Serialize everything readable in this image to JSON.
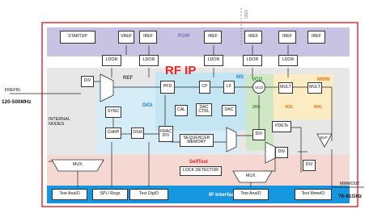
{
  "title": "RF IP",
  "colors": {
    "outer_border": "#d9252a",
    "pow_band": "#c9c3e3",
    "ref_band": "#dcdcdc",
    "digi_band": "#d6ecf6",
    "ms_band": "#c4e5f2",
    "vco_band": "#cfe7c4",
    "mmw_band": "#fbecc4",
    "selftest_band": "#f6d8d2",
    "ip_interface_band": "#1796e0",
    "title_color": "#e8262a",
    "freq_label_color": "#e07b18"
  },
  "regions": {
    "pow": "POW",
    "ref": "REF",
    "digi": "DIGI",
    "ms": "MS",
    "vco": "VCO",
    "mmw": "MMW",
    "selftest": "SelfTest",
    "ip_interface": "IP interface"
  },
  "blocks": {
    "startup": "STARTUP",
    "vref": "VREF",
    "iref_1": "IREF",
    "iref_2": "IREF",
    "iref_3": "IREF",
    "iref_4": "IREF",
    "iref_5": "IREF",
    "ldor_1": "LDOR",
    "ldor_2": "LDOR",
    "ldor_3": "LDOR",
    "ldor_4": "LDOR",
    "ldor_5": "LDOR",
    "div_ref": "DIV",
    "sync": "SYNC",
    "pfd": "PFD",
    "cp": "CP",
    "lf": "LF",
    "vco": "VCO",
    "mult_1": "MULT",
    "mult_2": "MULT",
    "cal": "CAL",
    "dac_ctrl": "DAC\nCTRL",
    "dac": "DAC",
    "chrp": "CHRP",
    "dsm": "DSM",
    "frac_div": "FRAC\nDIV",
    "sequencer_memory": "SEQUENCER\nMEMORY",
    "div_vco": "DIV",
    "pdets": "PDETs",
    "div_st1": "DIV",
    "div_st2": "DIV",
    "lock_detector": "LOCK DETECTOR",
    "mux_left": "MUX",
    "mux_bottom": "MUX",
    "buf": "BUF",
    "test_anaio_1": "Test AnaIO",
    "spi_regs": "SPI / Regs",
    "test_digio": "Test DigIO",
    "test_anaio_2": "Test AnaIO",
    "test_mmwio": "Test MmwIO"
  },
  "annotations": {
    "freq_20g": "20G",
    "freq_40g": "40G",
    "freq_80g": "80G",
    "internal_nodes": "INTERNAL\nNODES",
    "vdd_label": "VDD"
  },
  "io": {
    "frefin_label": "FREFIN",
    "frefin_range": "120-500MHz",
    "mmwout_label": "MMWOUT",
    "mmwout_range": "76-81GHz"
  }
}
